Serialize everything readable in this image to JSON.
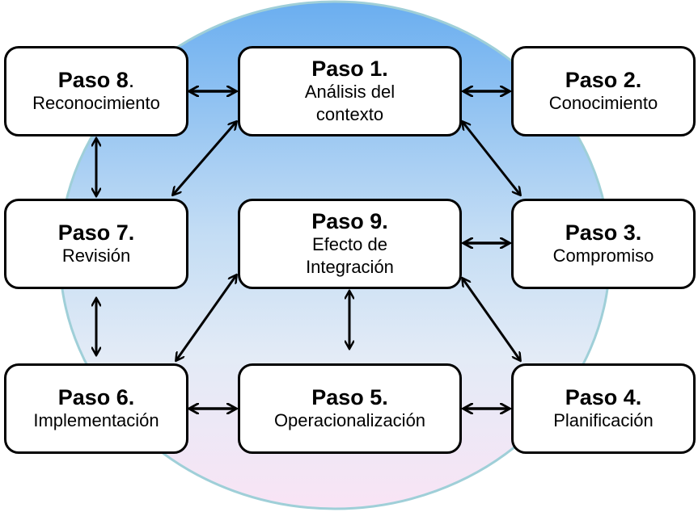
{
  "colors": {
    "circle_top": "#6aaef0",
    "circle_mid": "#dce9f6",
    "circle_bottom": "#f7e6f5",
    "circle_border": "#9fcfd8",
    "box_border": "#000000",
    "arrow": "#000000"
  },
  "steps": [
    {
      "id": "paso-8",
      "title": "Paso 8",
      "title_suffix": ".",
      "lines": [
        "Reconocimiento"
      ]
    },
    {
      "id": "paso-1",
      "title": "Paso 1.",
      "title_suffix": "",
      "lines": [
        "Análisis del",
        "contexto"
      ]
    },
    {
      "id": "paso-2",
      "title": "Paso 2.",
      "title_suffix": "",
      "lines": [
        "Conocimiento"
      ]
    },
    {
      "id": "paso-7",
      "title": "Paso 7.",
      "title_suffix": "",
      "lines": [
        "Revisión"
      ]
    },
    {
      "id": "paso-9",
      "title": "Paso 9.",
      "title_suffix": "",
      "lines": [
        "Efecto de",
        "Integración"
      ]
    },
    {
      "id": "paso-3",
      "title": "Paso 3.",
      "title_suffix": "",
      "lines": [
        "Compromiso"
      ]
    },
    {
      "id": "paso-6",
      "title": "Paso 6.",
      "title_suffix": "",
      "lines": [
        "Implementación"
      ]
    },
    {
      "id": "paso-5",
      "title": "Paso 5.",
      "title_suffix": "",
      "lines": [
        "Operacionalización"
      ]
    },
    {
      "id": "paso-4",
      "title": "Paso 4.",
      "title_suffix": "",
      "lines": [
        "Planificación"
      ]
    }
  ],
  "connections": [
    {
      "from": "Paso 8",
      "to": "Paso 1",
      "type": "bidirectional"
    },
    {
      "from": "Paso 1",
      "to": "Paso 2",
      "type": "bidirectional"
    },
    {
      "from": "Paso 1",
      "to": "Paso 3",
      "type": "bidirectional"
    },
    {
      "from": "Paso 1",
      "to": "Paso 7",
      "type": "bidirectional"
    },
    {
      "from": "Paso 8",
      "to": "Paso 7",
      "type": "bidirectional"
    },
    {
      "from": "Paso 9",
      "to": "Paso 3",
      "type": "bidirectional"
    },
    {
      "from": "Paso 7",
      "to": "Paso 6",
      "type": "bidirectional"
    },
    {
      "from": "Paso 9",
      "to": "Paso 6",
      "type": "bidirectional"
    },
    {
      "from": "Paso 9",
      "to": "Paso 5",
      "type": "bidirectional"
    },
    {
      "from": "Paso 9",
      "to": "Paso 4",
      "type": "bidirectional"
    },
    {
      "from": "Paso 6",
      "to": "Paso 5",
      "type": "bidirectional"
    },
    {
      "from": "Paso 5",
      "to": "Paso 4",
      "type": "bidirectional"
    }
  ]
}
